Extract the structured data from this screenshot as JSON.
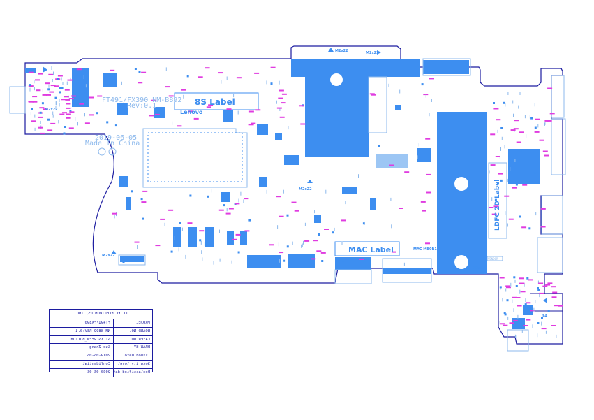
{
  "colors": {
    "copper": "#3d8ef0",
    "outline": "#1c1ca0",
    "silk": "#8db9ec",
    "refdes": "#e03ce0",
    "light_fill": "#9cc6f4"
  },
  "board": {
    "model_text": "FT491/FX390 NM-B892",
    "revision_text": "Rev:0.1",
    "date_text": "2019-06-05",
    "origin_text": "Made In China",
    "brand_text": "Lenovo",
    "label_8s": "8S Label",
    "label_mac": "MAC Label",
    "label_ldfc": "LDFC 2D Label",
    "mac_small": "MAC MB0R1",
    "screw_tags": [
      "M2x22",
      "M2x22",
      "M2x22",
      "M2x22",
      "M2x22",
      "M2x22"
    ],
    "vendor_box": "VENDOR",
    "pin_number": "14"
  },
  "title_block": {
    "company": "LC FC ELECTRONICS, INC.",
    "rows": [
      {
        "label": "PROJECT",
        "value": "FT491/FX390"
      },
      {
        "label": "BOARD NO.",
        "value": "NM-B892  REV:0.1"
      },
      {
        "label": "LAYER NO.",
        "value": "SILKSCREEN_BOTTOM"
      },
      {
        "label": "DRAW BY",
        "value": "Sue_Zhang"
      },
      {
        "label": "Issued Date",
        "value": "2019-06-05"
      },
      {
        "label": "Security level",
        "value": "Confidential"
      },
      {
        "label": "Declassified date",
        "value": "2020-06-05"
      }
    ]
  }
}
